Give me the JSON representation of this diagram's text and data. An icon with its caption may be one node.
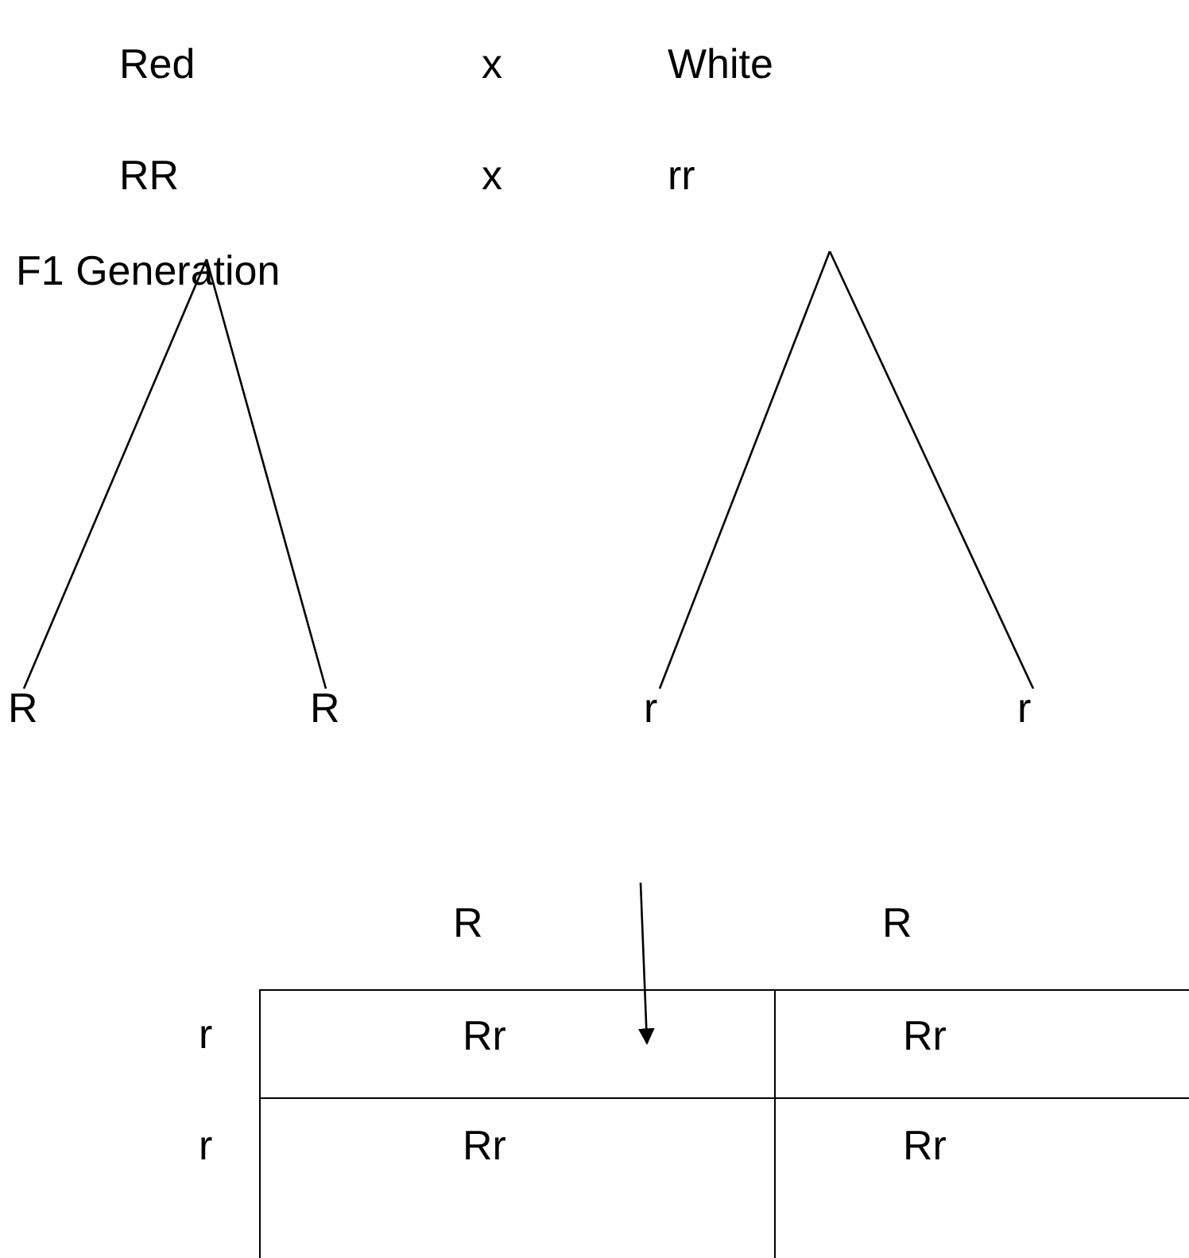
{
  "diagram": {
    "nodes": [
      {
        "text": [
          "F1 Generation"
        ]
      },
      {
        "text": [
          "R"
        ]
      },
      {
        "text": [
          "R"
        ]
      },
      {
        "text": [
          "r"
        ]
      },
      {
        "text": [
          "r"
        ]
      },
      {
        "text": [
          "Rr"
        ]
      },
      {
        "text": [
          "Rr"
        ]
      },
      {
        "text": [
          "Rr"
        ]
      },
      {
        "text": [
          "Rr"
        ]
      }
    ],
    "edges": [
      {
        "from": 0,
        "to": 1,
        "arrow": "none"
      },
      {
        "from": 0,
        "to": 2,
        "arrow": "none"
      },
      {
        "from": null,
        "to": 3,
        "arrow": "none"
      },
      {
        "from": null,
        "to": 4,
        "arrow": "none"
      },
      {
        "from": null,
        "to": 5,
        "arrow": "to"
      }
    ],
    "labels": [
      "Red",
      "x",
      "White",
      "RR",
      "x",
      "rr",
      "R",
      "R",
      "r",
      "r"
    ]
  }
}
